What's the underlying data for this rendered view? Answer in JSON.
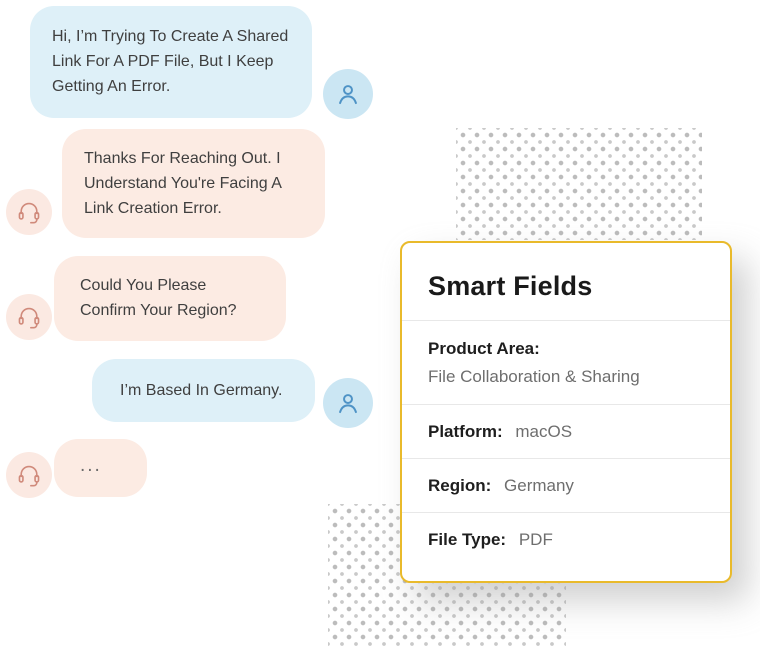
{
  "chat": {
    "messages": [
      {
        "role": "user",
        "text": "Hi, I’m Trying To Create A Shared Link For A PDF File, But I Keep Getting An Error."
      },
      {
        "role": "agent",
        "text": "Thanks For Reaching Out. I Understand You're Facing A Link Creation Error."
      },
      {
        "role": "agent",
        "text": "Could You Please Confirm Your Region?"
      },
      {
        "role": "user",
        "text": "I’m Based In Germany."
      },
      {
        "role": "agent",
        "text": "..."
      }
    ],
    "avatars": {
      "user": "person-icon",
      "agent": "headset-icon"
    }
  },
  "smart_fields_card": {
    "title": "Smart Fields",
    "fields": [
      {
        "label": "Product Area:",
        "value": "File Collaboration & Sharing"
      },
      {
        "label": "Platform:",
        "value": "macOS"
      },
      {
        "label": "Region:",
        "value": "Germany"
      },
      {
        "label": "File Type:",
        "value": "PDF"
      }
    ]
  },
  "colors": {
    "user_bubble": "#DEF0F8",
    "agent_bubble": "#FCEBE3",
    "user_avatar_bg": "#CBE6F3",
    "user_avatar_icon": "#4E93C6",
    "agent_avatar_bg": "#FBE9E2",
    "agent_avatar_icon": "#D08A7B",
    "card_border": "#E9BA2B",
    "card_title": "#1A1A1A",
    "field_label": "#1E1E1E",
    "field_value": "#6E6E6E",
    "divider": "#E8E8E8",
    "dots": "#BCBCBC",
    "bubble_text": "#3F3F3F"
  }
}
